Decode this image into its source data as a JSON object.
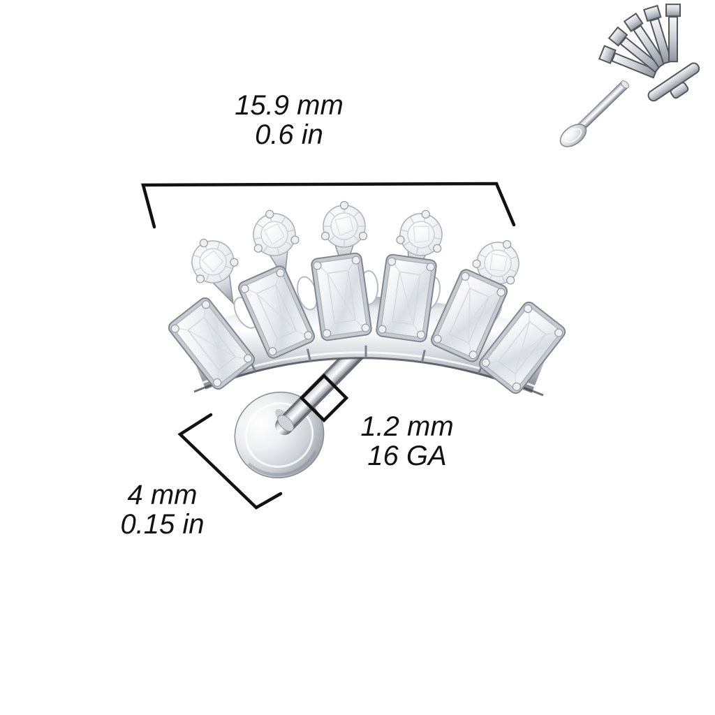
{
  "labels": {
    "length": {
      "metric": "15.9 mm",
      "imperial": "0.6 in"
    },
    "gauge": {
      "metric": "1.2 mm",
      "gauge_size": "16 GA"
    },
    "base": {
      "metric": "4 mm",
      "imperial": "0.15 in"
    }
  },
  "annotations": {
    "length_bracket": "horizontal bracket spanning crown width",
    "gauge_callout": "diamond callout around bar thickness",
    "base_bracket": "angled bracket spanning disc diameter"
  },
  "colors": {
    "background": "#ffffff",
    "annotation_line": "#111111",
    "text": "#121212",
    "metal_bright": "#ffffff",
    "metal_light": "#eef0f3",
    "metal_mid": "#c6cbd2",
    "metal_dark": "#70767e",
    "gem_facet": "#d5dae0"
  }
}
